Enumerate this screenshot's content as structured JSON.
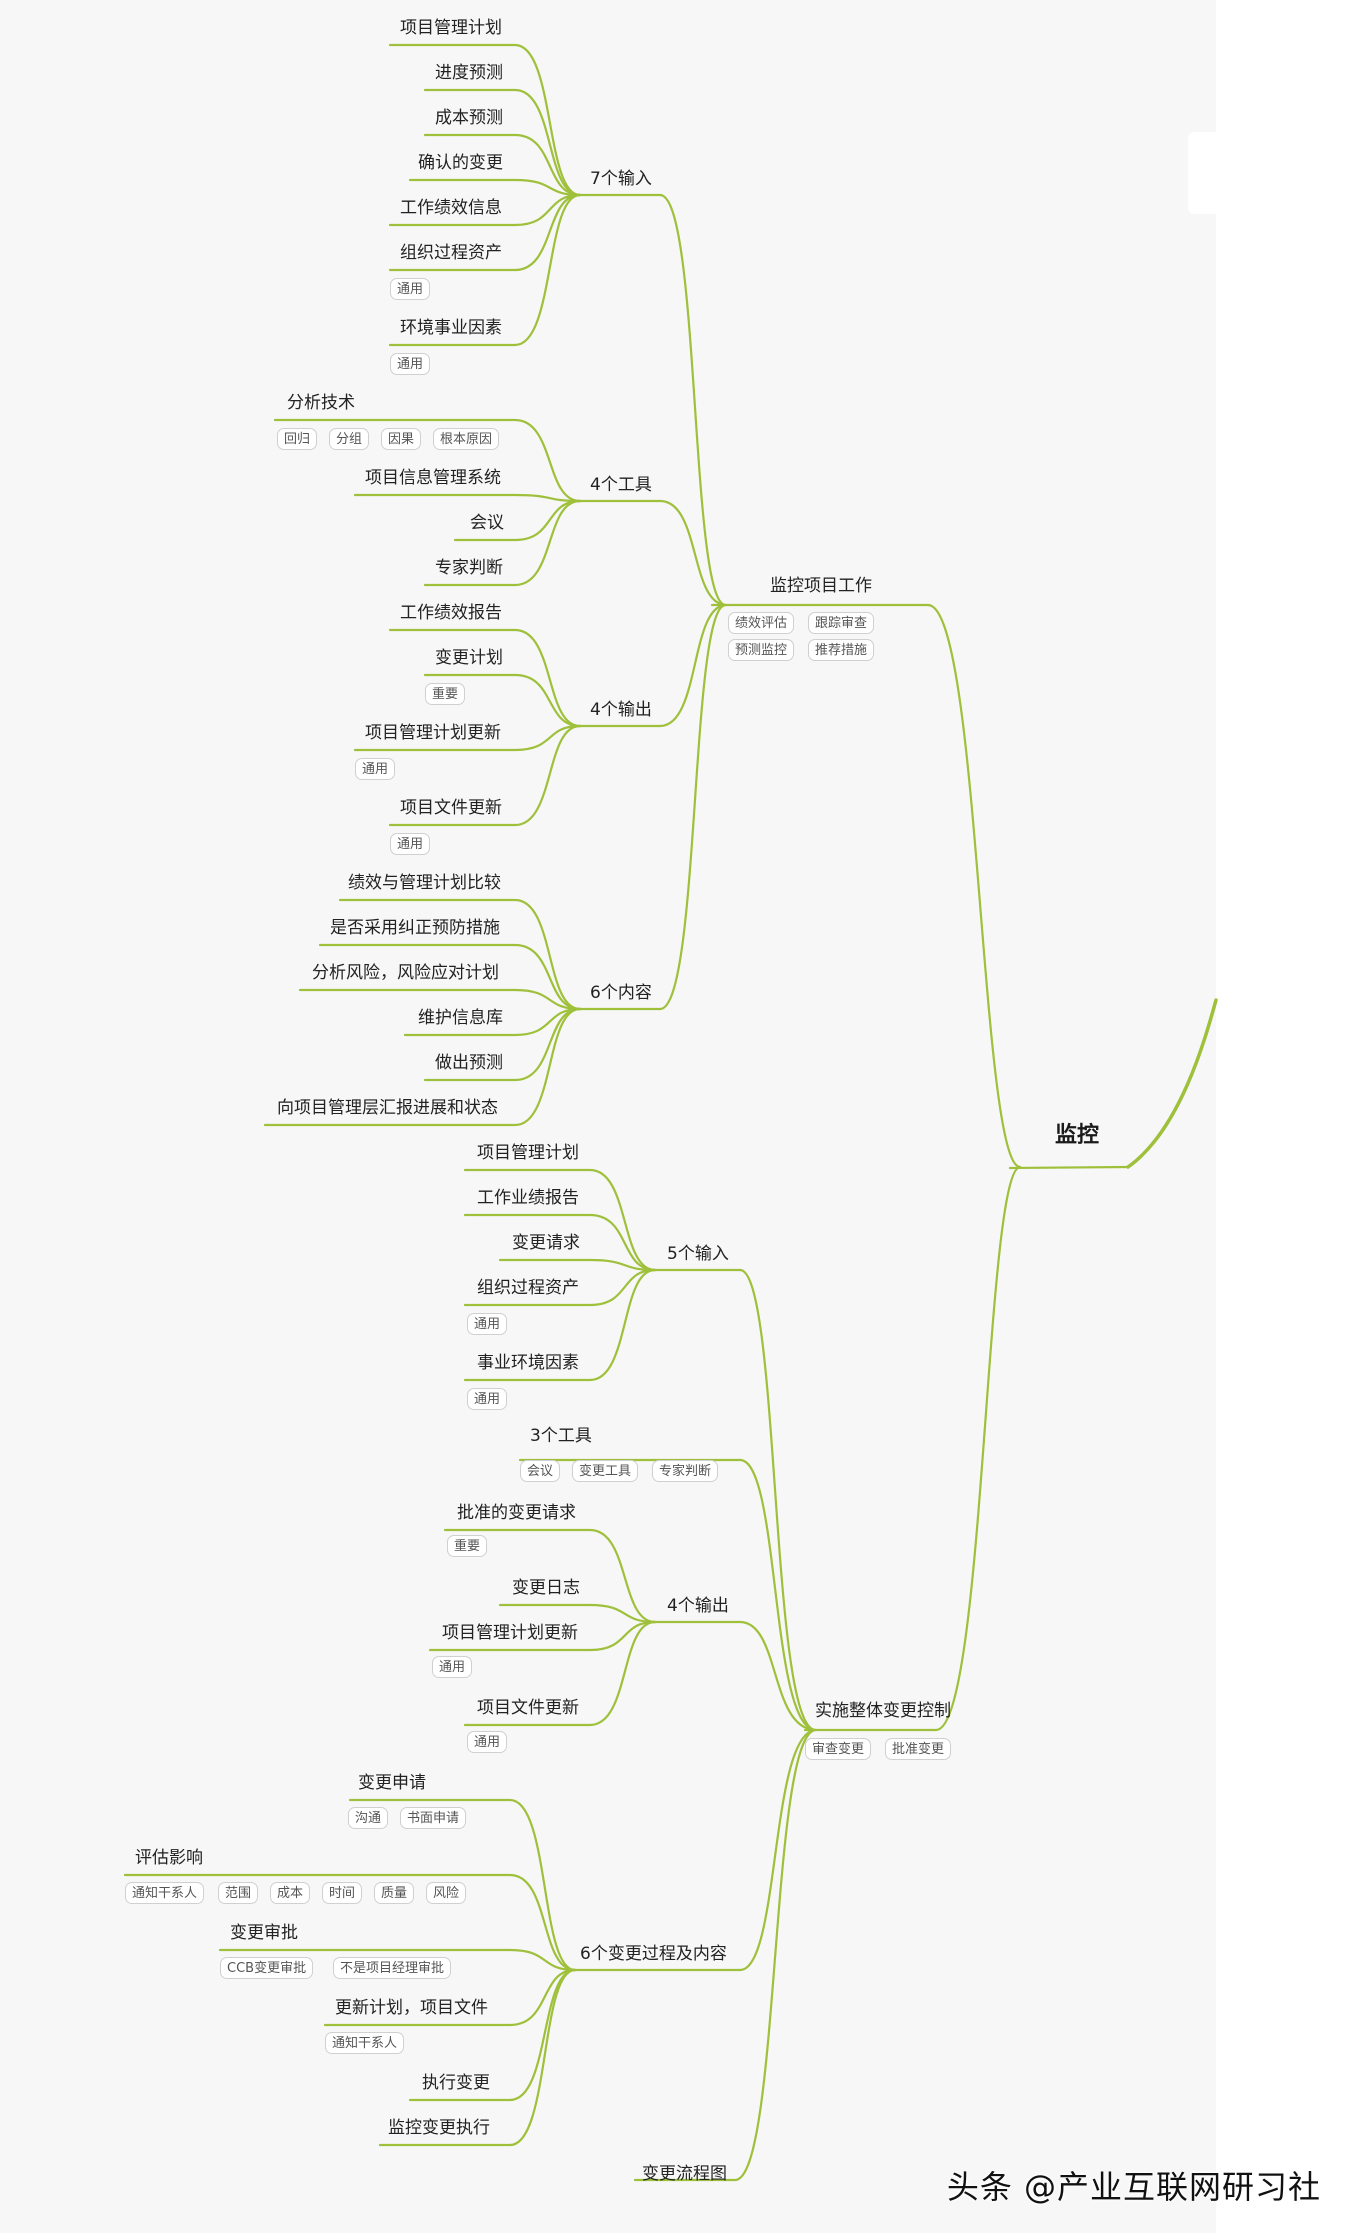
{
  "root": "监控",
  "branches": {
    "monitor": {
      "title": "监控项目工作",
      "tags": [
        "绩效评估",
        "跟踪审查",
        "预测监控",
        "推荐措施"
      ],
      "inputs": {
        "title": "7个输入",
        "items": [
          "项目管理计划",
          "进度预测",
          "成本预测",
          "确认的变更",
          "工作绩效信息",
          "组织过程资产",
          "环境事业因素"
        ],
        "tag_org": "通用",
        "tag_env": "通用"
      },
      "tools": {
        "title": "4个工具",
        "items": [
          "分析技术",
          "项目信息管理系统",
          "会议",
          "专家判断"
        ],
        "analysis_tags": [
          "回归",
          "分组",
          "因果",
          "根本原因"
        ]
      },
      "outputs": {
        "title": "4个输出",
        "items": [
          "工作绩效报告",
          "变更计划",
          "项目管理计划更新",
          "项目文件更新"
        ],
        "tag_change": "重要",
        "tag_plan": "通用",
        "tag_docs": "通用"
      },
      "contents": {
        "title": "6个内容",
        "items": [
          "绩效与管理计划比较",
          "是否采用纠正预防措施",
          "分析风险，风险应对计划",
          "维护信息库",
          "做出预测",
          "向项目管理层汇报进展和状态"
        ]
      }
    },
    "change": {
      "title": "实施整体变更控制",
      "tags": [
        "审查变更",
        "批准变更"
      ],
      "inputs": {
        "title": "5个输入",
        "items": [
          "项目管理计划",
          "工作业绩报告",
          "变更请求",
          "组织过程资产",
          "事业环境因素"
        ],
        "tag_org": "通用",
        "tag_env": "通用"
      },
      "tools": {
        "title": "3个工具",
        "tags": [
          "会议",
          "变更工具",
          "专家判断"
        ]
      },
      "outputs": {
        "title": "4个输出",
        "items": [
          "批准的变更请求",
          "变更日志",
          "项目管理计划更新",
          "项目文件更新"
        ],
        "tag_approved": "重要",
        "tag_plan": "通用",
        "tag_docs": "通用"
      },
      "process": {
        "title": "6个变更过程及内容",
        "items": [
          "变更申请",
          "评估影响",
          "变更审批",
          "更新计划，项目文件",
          "执行变更",
          "监控变更执行"
        ],
        "apply_tags": [
          "沟通",
          "书面申请"
        ],
        "impact_tags": [
          "通知干系人",
          "范围",
          "成本",
          "时间",
          "质量",
          "风险"
        ],
        "approve_tags": [
          "CCB变更审批",
          "不是项目经理审批"
        ],
        "update_tags": [
          "通知干系人"
        ]
      },
      "flow": "变更流程图"
    }
  },
  "watermark": "头条 @产业互联网研习社"
}
